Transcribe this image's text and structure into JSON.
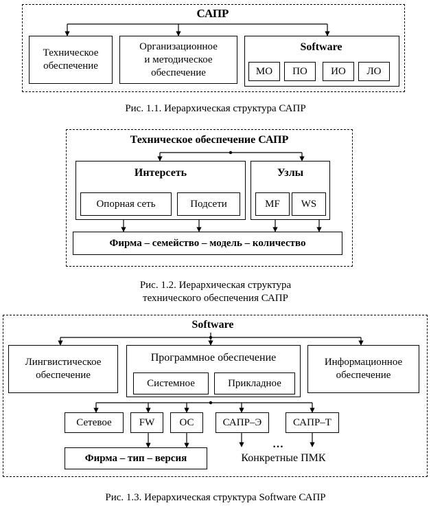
{
  "fig1": {
    "title": "САПР",
    "tech": "Техническое\nобеспечение",
    "org": "Организационное\nи методическое\nобеспечение",
    "software": "Software",
    "items": [
      "МО",
      "ПО",
      "ИО",
      "ЛО"
    ],
    "caption": "Рис. 1.1. Иерархическая структура САПР"
  },
  "fig2": {
    "title": "Техническое обеспечение САПР",
    "internet": "Интерсеть",
    "core": "Опорная сеть",
    "subnets": "Подсети",
    "nodes": "Узлы",
    "mf": "MF",
    "ws": "WS",
    "firm": "Фирма – семейство – модель – количество",
    "caption": "Рис. 1.2. Иерархическая структура\nтехнического обеспечения САПР"
  },
  "fig3": {
    "title": "Software",
    "ling": "Лингвистическое\nобеспечение",
    "prog": "Программное обеспечение",
    "system": "Системное",
    "applied": "Прикладное",
    "info": "Информационное\nобеспечение",
    "network": "Сетевое",
    "fw": "FW",
    "os": "ОС",
    "sapr_e": "САПР–Э",
    "sapr_t": "САПР–Т",
    "firm": "Фирма – тип – версия",
    "dots": "…",
    "specific": "Конкретные ПМК",
    "caption": "Рис. 1.3. Иерархическая структура Software САПР"
  }
}
